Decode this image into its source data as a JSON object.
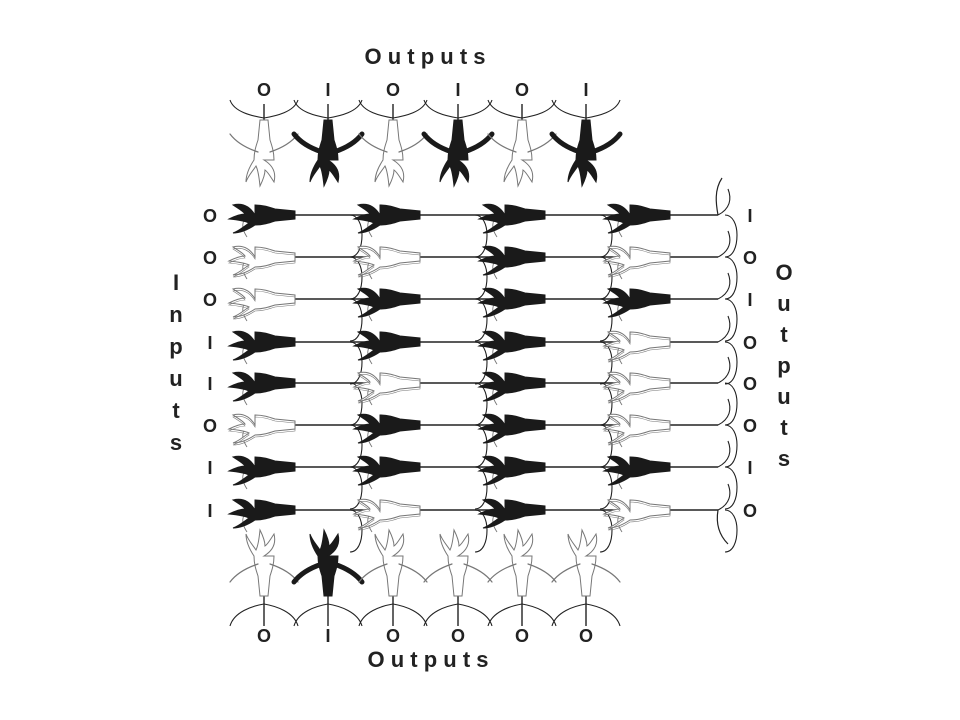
{
  "labels": {
    "top_title": "O u t p u t s",
    "bottom_title": "O u t p u t s",
    "left_title": "Inputs",
    "right_title": "Outputs"
  },
  "top_outputs": [
    "O",
    "I",
    "O",
    "I",
    "O",
    "I"
  ],
  "bottom_outputs": [
    "O",
    "I",
    "O",
    "O",
    "O",
    "O"
  ],
  "left_inputs": [
    "O",
    "O",
    "O",
    "I",
    "I",
    "O",
    "I",
    "I"
  ],
  "right_outputs": [
    "I",
    "O",
    "I",
    "O",
    "O",
    "O",
    "I",
    "O"
  ],
  "grid": {
    "horizontal_rows": [
      [
        1,
        1,
        1,
        1
      ],
      [
        0,
        0,
        1,
        0
      ],
      [
        0,
        1,
        1,
        1
      ],
      [
        1,
        1,
        1,
        0
      ],
      [
        1,
        0,
        1,
        0
      ],
      [
        0,
        1,
        1,
        0
      ],
      [
        1,
        1,
        1,
        1
      ],
      [
        1,
        0,
        1,
        0
      ]
    ],
    "top_vertical": [
      0,
      1,
      0,
      1,
      0,
      1
    ],
    "bottom_vertical": [
      0,
      1,
      0,
      0,
      0,
      0
    ]
  },
  "colors": {
    "active": "#1a1a1a",
    "inactive_outline": "#777777",
    "line": "#222222",
    "text": "#222222"
  }
}
